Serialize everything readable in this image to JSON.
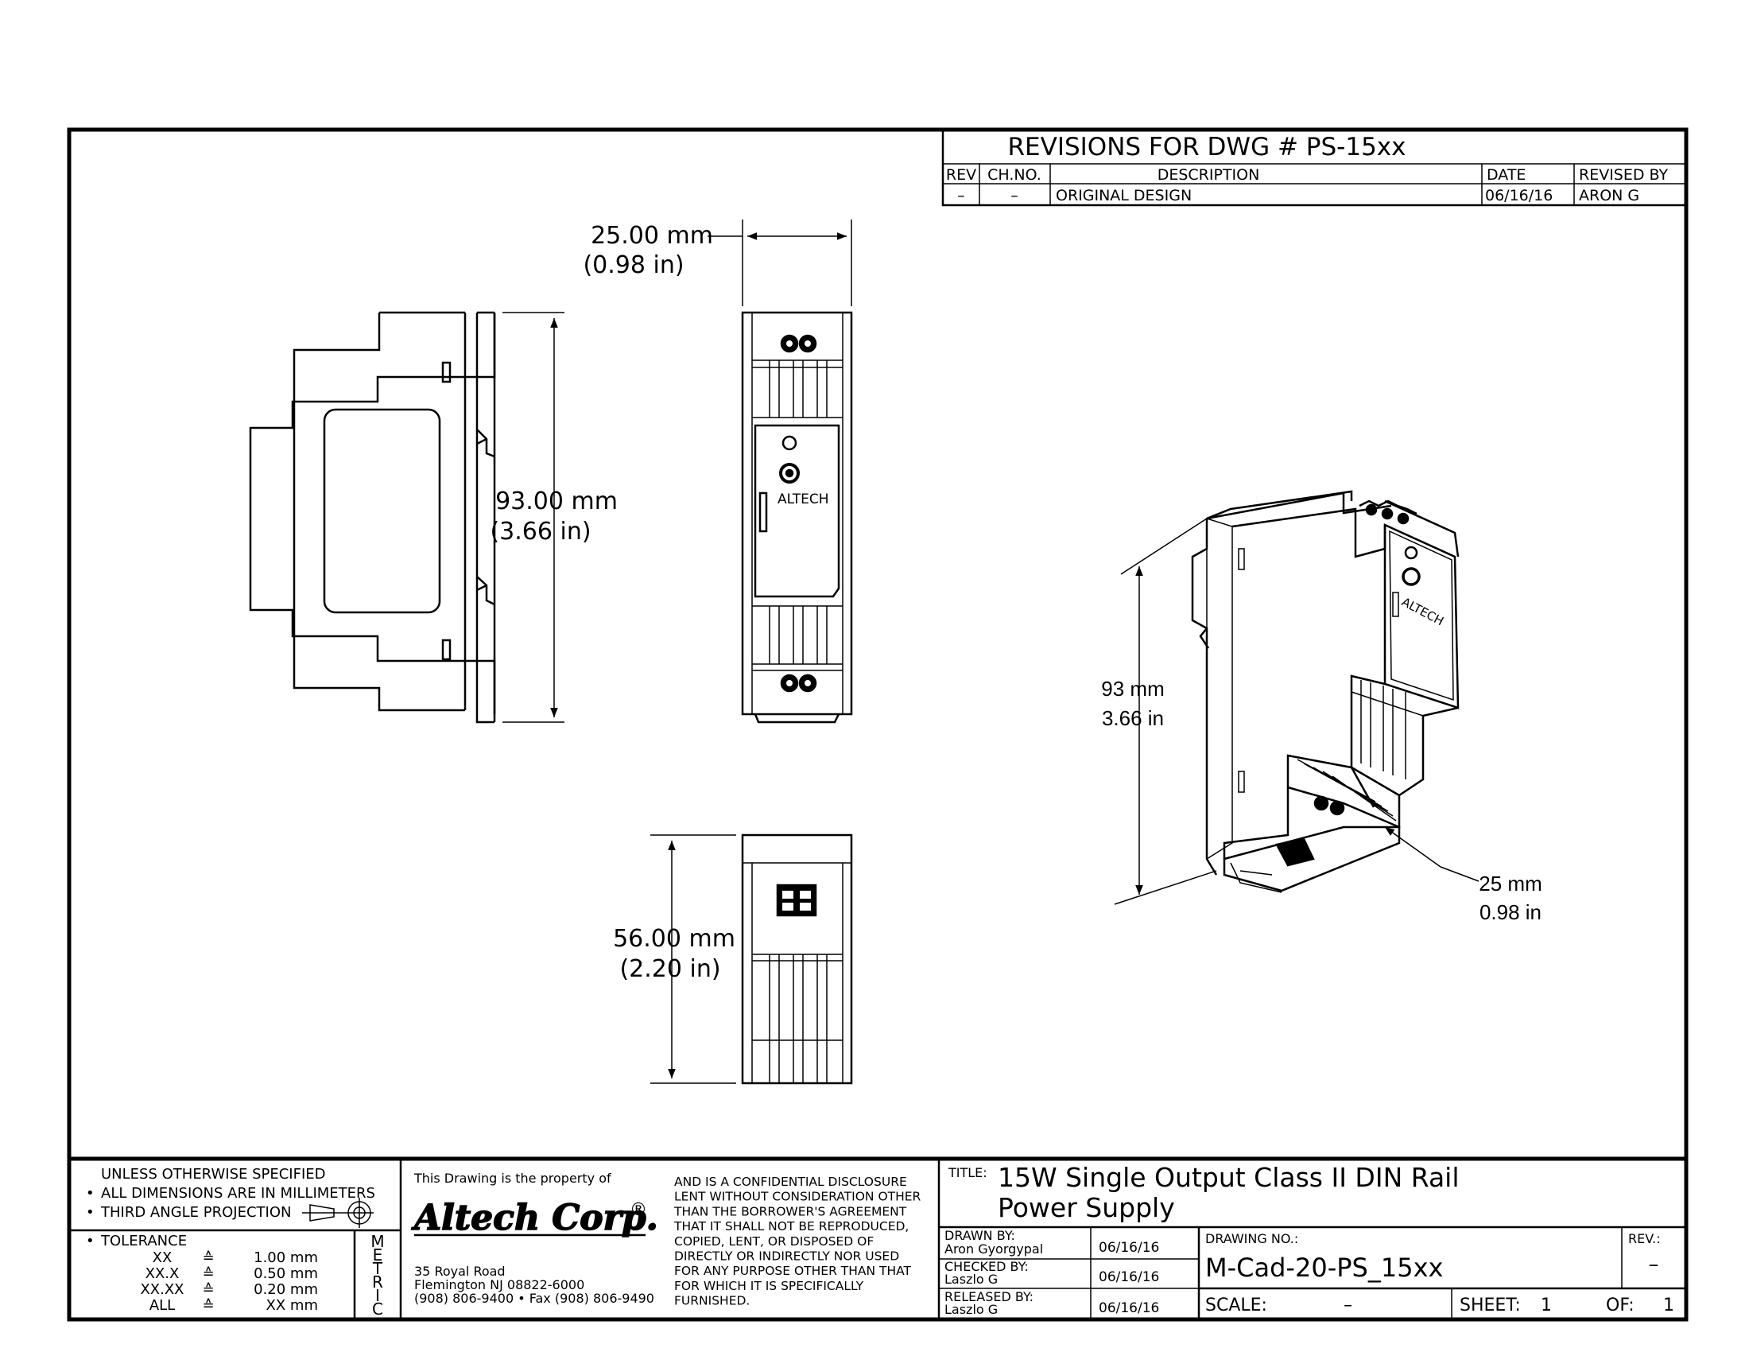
{
  "revisions": {
    "heading": "REVISIONS  FOR  DWG  #   PS-15xx",
    "columns": {
      "rev": "REV",
      "chno": "CH.NO.",
      "description": "DESCRIPTION",
      "date": "DATE",
      "revised_by": "REVISED  BY"
    },
    "row": {
      "rev": "–",
      "chno": "–",
      "description": "ORIGINAL  DESIGN",
      "date": "06/16/16",
      "revised_by": "ARON  G"
    }
  },
  "dimensions": {
    "width_mm": "25.00 mm",
    "width_in": "(0.98 in)",
    "height_mm": "93.00 mm",
    "height_in": "(3.66 in)",
    "depth_mm": "56.00 mm",
    "depth_in": "(2.20 in)",
    "iso_height_mm": "93 mm",
    "iso_height_in": "3.66 in",
    "iso_width_mm": "25 mm",
    "iso_width_in": "0.98 in"
  },
  "device_labels": {
    "front": "ALTECH",
    "iso": "ALTECH"
  },
  "notes": {
    "line1": "UNLESS  OTHERWISE  SPECIFIED",
    "line2": "ALL  DIMENSIONS  ARE  IN  MILLIMETERS",
    "line3": "THIRD  ANGLE  PROJECTION",
    "tolerance_label": "TOLERANCE",
    "tolerances": [
      {
        "key": "XX",
        "sym": "≙",
        "val": "1.00 mm"
      },
      {
        "key": "XX.X",
        "sym": "≙",
        "val": "0.50 mm"
      },
      {
        "key": "XX.XX",
        "sym": "≙",
        "val": "0.20 mm"
      },
      {
        "key": "ALL",
        "sym": "≙",
        "val": "XX mm"
      }
    ],
    "metric_letters": [
      "M",
      "E",
      "T",
      "R",
      "I",
      "C"
    ]
  },
  "company": {
    "property_text": "This Drawing is the property of",
    "name": "Altech Corp.",
    "registered": "®",
    "address1": "35 Royal Road",
    "address2": "Flemington  NJ  08822-6000",
    "phone": "(908)  806-9400 • Fax  (908)  806-9490"
  },
  "disclosure": [
    "AND  IS  A  CONFIDENTIAL  DISCLOSURE",
    "LENT  WITHOUT  CONSIDERATION  OTHER",
    "THAN  THE  BORROWER'S  AGREEMENT",
    "THAT  IT  SHALL  NOT  BE  REPRODUCED,",
    "COPIED,  LENT,  OR  DISPOSED  OF",
    "DIRECTLY  OR  INDIRECTLY  NOR  USED",
    "FOR  ANY  PURPOSE  OTHER  THAN  THAT",
    "FOR  WHICH  IT  IS  SPECIFICALLY",
    "FURNISHED."
  ],
  "title_block": {
    "title_label": "TITLE:",
    "title_line1": "15W  Single  Output  Class  II  DIN  Rail",
    "title_line2": "Power  Supply",
    "drawn_label": "DRAWN  BY:",
    "drawn_name": "Aron  Gyorgypal",
    "drawn_date": "06/16/16",
    "checked_label": "CHECKED  BY:",
    "checked_name": "Laszlo  G",
    "checked_date": "06/16/16",
    "released_label": "RELEASED  BY:",
    "released_name": "Laszlo  G",
    "released_date": "06/16/16",
    "drawing_no_label": "DRAWING  NO.:",
    "drawing_no": "M-Cad-20-PS_15xx",
    "rev_label": "REV.:",
    "rev_value": "–",
    "scale_label": "SCALE:",
    "scale_value": "–",
    "sheet_label": "SHEET:",
    "sheet_value": "1",
    "of_label": "OF:",
    "of_value": "1"
  }
}
